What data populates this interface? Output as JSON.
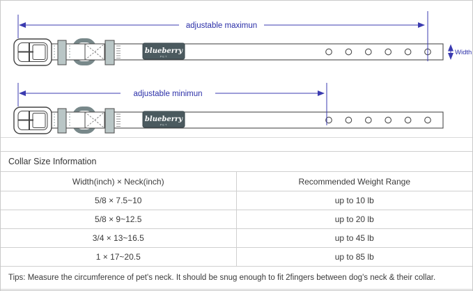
{
  "diagram": {
    "max_label": "adjustable maximun",
    "min_label": "adjustable minimun",
    "width_label": "Width",
    "logo_text": "blueberry",
    "logo_sub": "PET",
    "colors": {
      "annotation_line": "#3b3bb0",
      "annotation_text": "#2b2fa8",
      "logo_background": "#4b5a5f",
      "keeper_fill": "#b9c6c6",
      "ring_fill": "#78888a",
      "collar_outline": "#4a4a4a",
      "table_border": "#cfcfcf"
    }
  },
  "table": {
    "section_title": "Collar Size Information",
    "columns": [
      "Width(inch)  ×  Neck(inch)",
      "Recommended Weight Range"
    ],
    "rows": [
      {
        "size": "5/8 × 7.5~10",
        "weight": "up to 10 lb"
      },
      {
        "size": "5/8 × 9~12.5",
        "weight": "up to 20 lb"
      },
      {
        "size": "3/4 × 13~16.5",
        "weight": "up to 45 lb"
      },
      {
        "size": "1 × 17~20.5",
        "weight": "up to 85 lb"
      }
    ],
    "tips": "Tips: Measure the circumference of pet's neck. It should be snug enough to fit 2fingers between dog's neck & their collar."
  }
}
